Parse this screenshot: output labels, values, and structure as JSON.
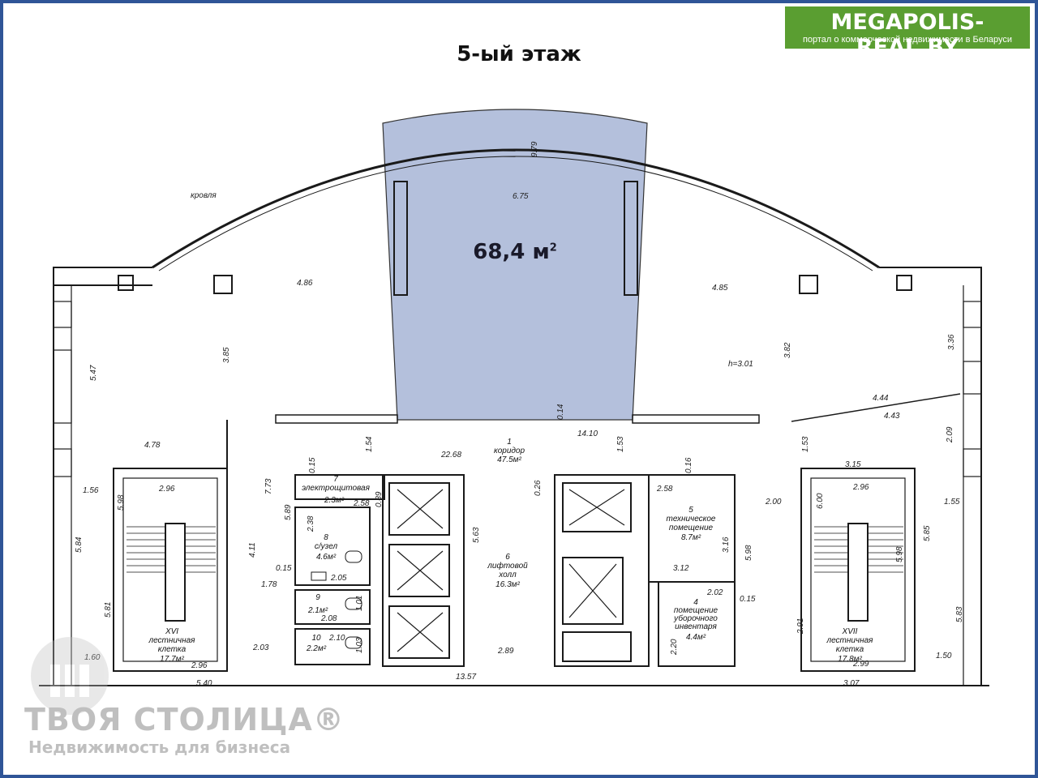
{
  "title": "5-ый этаж",
  "logo": {
    "name": "MEGAPOLIS-REAL.BY",
    "tagline": "портал о коммерческой недвижимости в Беларуси"
  },
  "highlight": {
    "area": "68,4 м",
    "unit_power": "2",
    "color": "#b4c0dc"
  },
  "plan_labels": {
    "roof": "кровля",
    "height": "h=3.01"
  },
  "rooms": [
    {
      "id": "corridor",
      "lines": [
        "1",
        "коридор",
        "47.5м²"
      ]
    },
    {
      "id": "elec",
      "lines": [
        "7",
        "электрощитовая",
        "2.3м²"
      ]
    },
    {
      "id": "wc8",
      "lines": [
        "8",
        "с/узел",
        "4.6м²"
      ]
    },
    {
      "id": "wc9",
      "lines": [
        "9",
        "2.1м²"
      ]
    },
    {
      "id": "wc10",
      "lines": [
        "10",
        "2.2м²"
      ]
    },
    {
      "id": "lift",
      "lines": [
        "6",
        "лифтовой",
        "холл",
        "16.3м²"
      ]
    },
    {
      "id": "tech",
      "lines": [
        "5",
        "техническое",
        "помещение",
        "8.7м²"
      ]
    },
    {
      "id": "clean",
      "lines": [
        "4",
        "помещение",
        "уборочного",
        "инвентаря",
        "4.4м²"
      ]
    },
    {
      "id": "stair16",
      "lines": [
        "XVI",
        "лестничная",
        "клетка",
        "17.7м²"
      ]
    },
    {
      "id": "stair17",
      "lines": [
        "XVII",
        "лестничная",
        "клетка",
        "17.8м²"
      ]
    }
  ],
  "dims": [
    "9.79",
    "6.75",
    "4.86",
    "4.85",
    "3.85",
    "3.82",
    "3.36",
    "5.47",
    "4.44",
    "4.43",
    "0.14",
    "14.10",
    "22.68",
    "1.54",
    "1.53",
    "1.53",
    "2.09",
    "4.78",
    "3.15",
    "1.56",
    "1.55",
    "2.96",
    "2.96",
    "5.98",
    "6.00",
    "5.85",
    "5.84",
    "5.98",
    "5.81",
    "5.83",
    "0.15",
    "0.89",
    "2.58",
    "0.26",
    "0.16",
    "2.58",
    "2.00",
    "7.73",
    "5.89",
    "2.38",
    "4.11",
    "0.15",
    "2.05",
    "5.63",
    "3.16",
    "5.98",
    "3.12",
    "1.78",
    "2.08",
    "1.01",
    "2.02",
    "0.15",
    "2.10",
    "1.03",
    "2.89",
    "2.20",
    "2.91",
    "2.03",
    "1.60",
    "2.96",
    "2.99",
    "1.50",
    "13.57",
    "5.40",
    "3.07"
  ],
  "watermark": {
    "brand": "ТВОЯ СТОЛИЦА®",
    "tagline": "Недвижимость для бизнеса"
  }
}
